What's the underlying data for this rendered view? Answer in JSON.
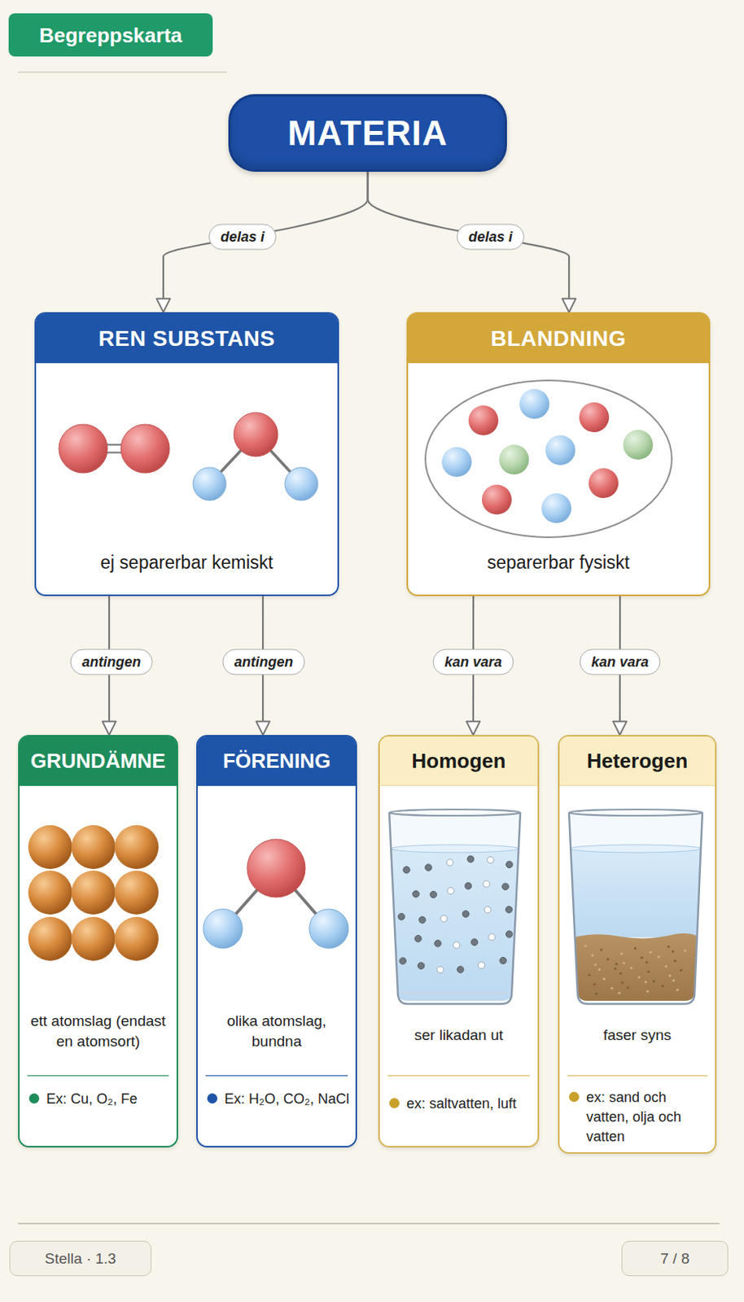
{
  "diagram": {
    "nodes": [
      {
        "text": [
          "Begreppskarta"
        ]
      },
      {
        "text": [
          "MATERIA"
        ]
      },
      {
        "text": [
          "REN SUBSTANS",
          "ej separerbar kemiskt"
        ]
      },
      {
        "text": [
          "BLANDNING",
          "separerbar fysiskt"
        ]
      },
      {
        "text": [
          "GRUNDÄMNE",
          "ett atomslag (endast en atomsort)",
          "Ex: Cu, O₂, Fe"
        ]
      },
      {
        "text": [
          "FÖRENING",
          "olika atomslag, bundna",
          "Ex: H₂O, CO₂, NaCl"
        ]
      },
      {
        "text": [
          "Homogen",
          "ser likadan ut",
          "ex: saltvatten, luft"
        ]
      },
      {
        "text": [
          "Heterogen",
          "faser syns",
          "ex: sand och vatten, olja och vatten"
        ]
      },
      {
        "text": [
          "Stella · 1.3"
        ]
      },
      {
        "text": [
          "7 / 8"
        ]
      }
    ],
    "edges": [
      {
        "from": 1,
        "to": 2,
        "label": "delas i",
        "arrow": "to"
      },
      {
        "from": 1,
        "to": 3,
        "label": "delas i",
        "arrow": "to"
      },
      {
        "from": 2,
        "to": 4,
        "label": "antingen",
        "arrow": "to"
      },
      {
        "from": 2,
        "to": 5,
        "label": "antingen",
        "arrow": "to"
      },
      {
        "from": 3,
        "to": 6,
        "label": "kan vara",
        "arrow": "to"
      },
      {
        "from": 3,
        "to": 7,
        "label": "kan vara",
        "arrow": "to"
      }
    ]
  }
}
